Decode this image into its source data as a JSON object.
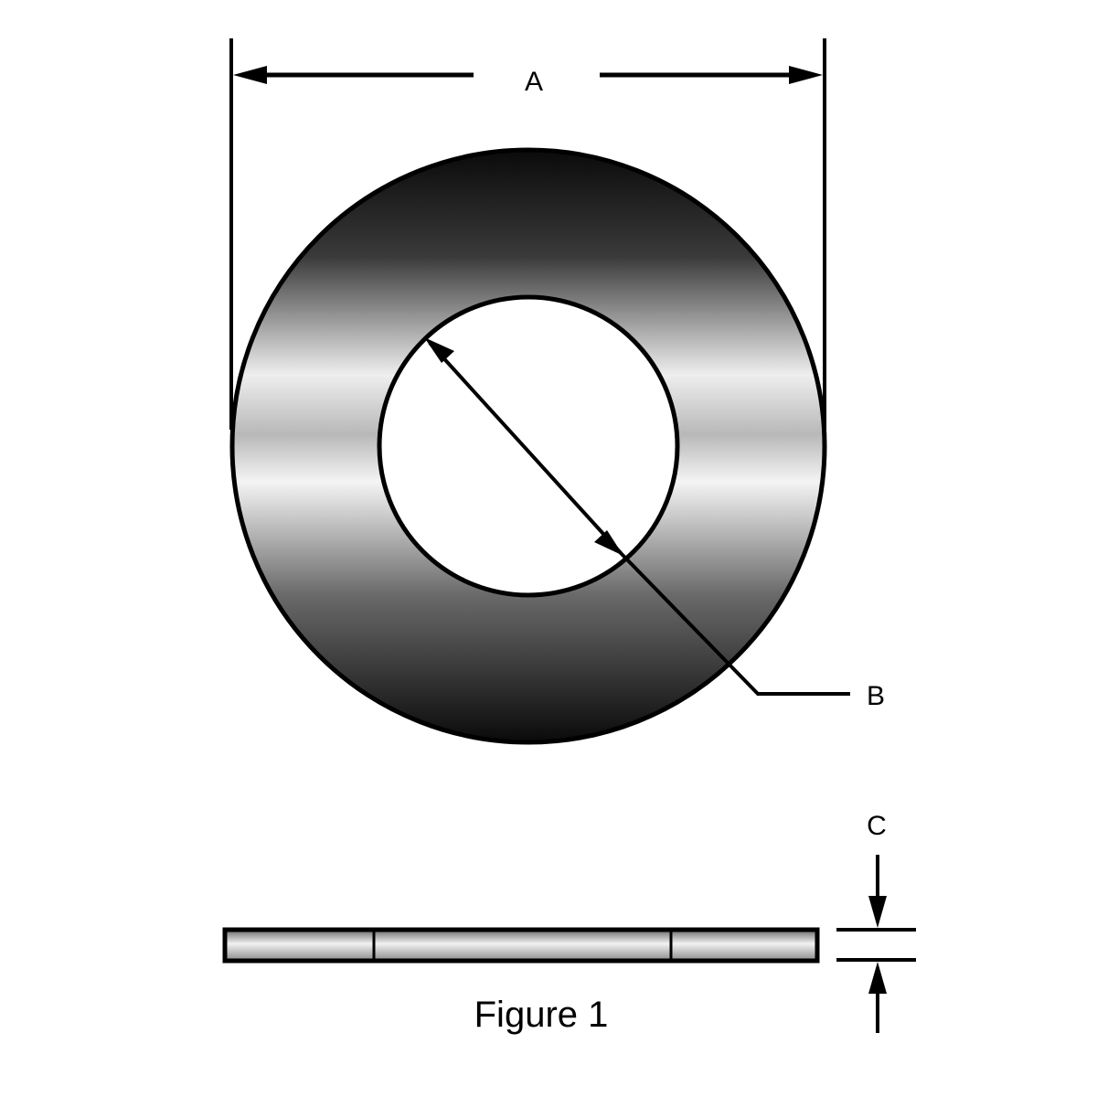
{
  "diagram": {
    "type": "technical-dimension-drawing",
    "subject": "flat washer",
    "caption": "Figure 1",
    "dimensions": {
      "A": {
        "label": "A",
        "meaning": "outer diameter"
      },
      "B": {
        "label": "B",
        "meaning": "inner diameter"
      },
      "C": {
        "label": "C",
        "meaning": "thickness"
      }
    },
    "views": [
      "top-view",
      "side-view"
    ]
  },
  "colors": {
    "line": "#000000",
    "background": "#ffffff",
    "gradient_dark": "#0a0a0a",
    "gradient_light": "#f4f4f4"
  }
}
